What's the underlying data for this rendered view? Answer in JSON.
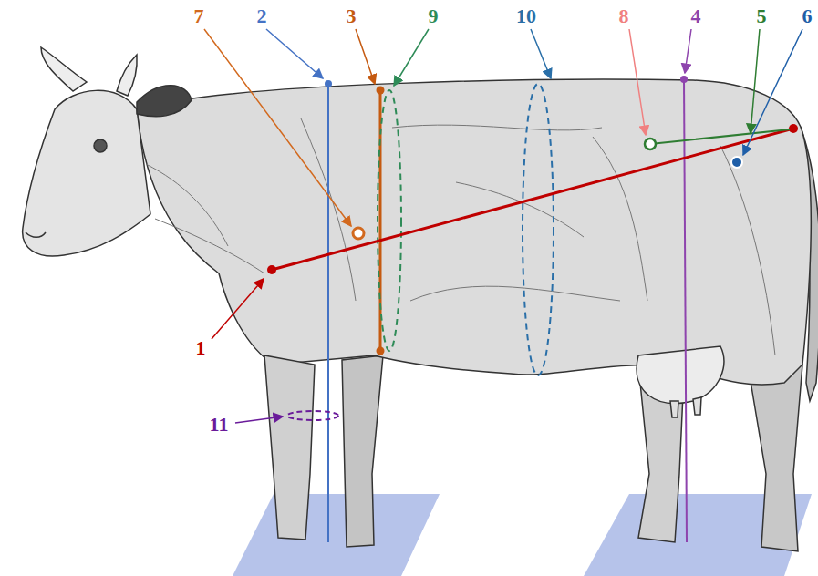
{
  "diagram": {
    "labels": [
      "7",
      "2",
      "3",
      "9",
      "10",
      "8",
      "4",
      "5",
      "6",
      "1",
      "11"
    ]
  }
}
